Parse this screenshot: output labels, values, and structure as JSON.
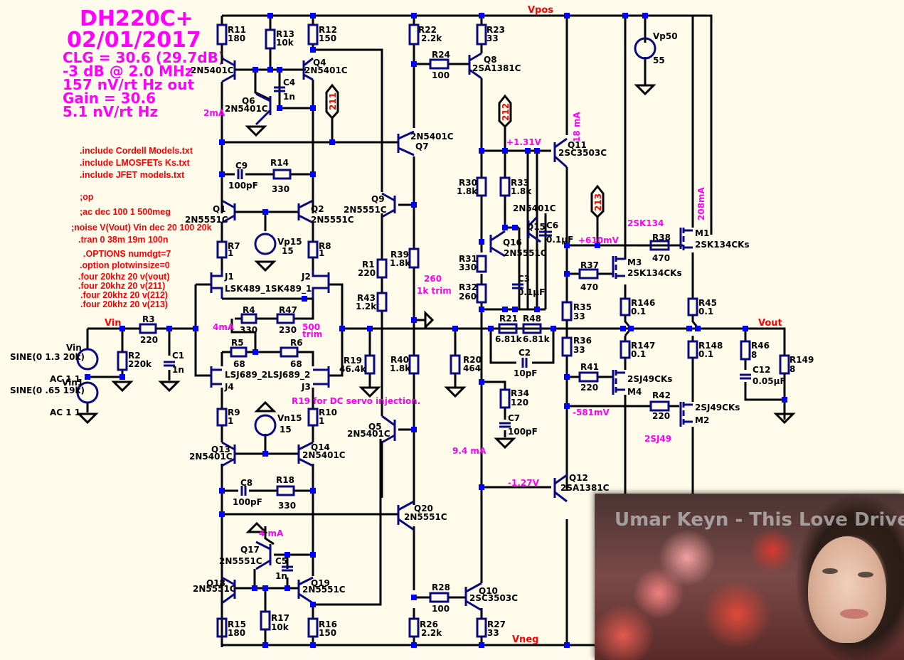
{
  "header": {
    "title": "DH220C+",
    "date": "02/01/2017",
    "specs": [
      "CLG = 30.6  (29.7dB)",
      "-3 dB @ 2.0 MHz",
      "157 nV/rt Hz out",
      "Gain = 30.6",
      "5.1 nV/rt Hz"
    ]
  },
  "spice_directives": [
    ".include Cordell Models.txt",
    ".include LMOSFETs Ks.txt",
    ".include JFET models.txt",
    ";op",
    ";ac dec 100 1 500meg",
    ";noise V(Vout) Vin dec 20 100 20k",
    ".tran 0 38m 19m 100n",
    ".OPTIONS numdgt=7",
    ".option plotwinsize=0",
    ".four 20khz 20 v(vout)",
    ".four 20khz 20 v(211)",
    ".four 20khz 20 v(212)",
    ".four 20khz 20 v(213)"
  ],
  "nets": {
    "vpos": "Vpos",
    "vneg": "Vneg",
    "vin": "Vin",
    "vout": "Vout"
  },
  "probes": [
    "211",
    "212",
    "213"
  ],
  "sources": {
    "vp50": {
      "name": "Vp50",
      "value": "55"
    },
    "vp15": {
      "name": "Vp15",
      "value": "15"
    },
    "vn15": {
      "name": "Vn15",
      "value": "15"
    },
    "vin": {
      "name": "Vin",
      "value": "SINE(0 1.3 20k)",
      "ac": "AC 1 1"
    },
    "vin1": {
      "name": "Vin1",
      "value": "SINE(0 .65 19k)",
      "ac": "AC 1 1"
    }
  },
  "resistors": {
    "R11": "180",
    "R13": "10k",
    "R12": "150",
    "R22": "2.2k",
    "R23": "33",
    "R24": "100",
    "R14": "330",
    "R7": "1",
    "R8": "1",
    "R3": "220",
    "R2": "220k",
    "R4": "330",
    "R47": "230",
    "R5": "68",
    "R6": "68",
    "R9": "1",
    "R10": "1",
    "R18": "330",
    "R15": "180",
    "R17": "10k",
    "R16": "150",
    "R1": "220",
    "R43": "1.2k",
    "R39": "1.8k",
    "R40": "1.8k",
    "R19": "46.4k",
    "R20": "464",
    "R30": "1.8k",
    "R33": "1.8k",
    "R31": "330",
    "R32": "260",
    "R21": "6.81k",
    "R48": "6.81k",
    "R34": "120",
    "R35": "33",
    "R36": "33",
    "R37": "470",
    "R38": "470",
    "R41": "220",
    "R42": "220",
    "R146": "0.1",
    "R45": "0.1",
    "R147": "0.1",
    "R148": "0.1",
    "R46": "8",
    "R149": "8",
    "R28": "100",
    "R26": "2.2k",
    "R27": "33"
  },
  "capacitors": {
    "C4": "1n",
    "C9": "100pF",
    "C1": "1n",
    "C8": "100pF",
    "C5": "1n",
    "C6": "0.1µF",
    "C3": "0.1µF",
    "C2": "10pF",
    "C7": "100pF",
    "C12": "0.05µF"
  },
  "transistors": {
    "Q3": "2N5401C",
    "Q4": "2N5401C",
    "Q6": "2N5401C",
    "Q7": "2N5401C",
    "Q8": "2SA1381C",
    "Q11": "2SC3503C",
    "Q1": "2N5551C",
    "Q2": "2N5551C",
    "Q9": "2N5551C",
    "Q15": "2N5401C",
    "Q16": "2N5551C",
    "Q5": "2N5401C",
    "Q13": "2N5401C",
    "Q14": "2N5401C",
    "Q20": "2N5551C",
    "Q17": "2N5551C",
    "Q18": "2N5551C",
    "Q19": "2N5551C",
    "Q10": "2SC3503C",
    "Q12": "2SA1381C",
    "J1": "LSK489_1",
    "J2": "LSK489_1",
    "J3": "LSJ689_2",
    "J4": "LSJ689_2",
    "M1": "2SK134CKs",
    "M3": "2SK134CKs",
    "M2": "2SJ49CKs",
    "M4": "2SJ49CKs"
  },
  "annotations": {
    "i_2mA": "2mA",
    "i_4mA_a": "4mA",
    "i_4mA_b": "4 mA",
    "trim500": "500",
    "trim": "trim",
    "trim260": "260",
    "trim1k": "1k trim",
    "servo_note": "R19 for DC servo injection.",
    "v_131": "+1.31V",
    "i_18mA": "18 mA",
    "v_610": "+610mV",
    "i_208mA": "208mA",
    "note_2sk134": "2SK134",
    "v_581": "-581mV",
    "note_2sj49": "2SJ49",
    "i_94mA": "9.4 mA",
    "v_127": "-1.27V"
  },
  "overlay": {
    "caption": "Umar Keyn - This Love Drive"
  }
}
